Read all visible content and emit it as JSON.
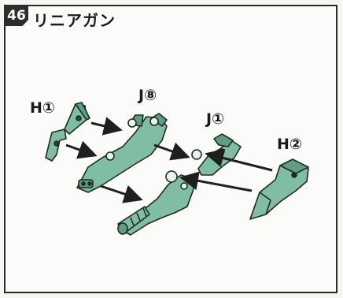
{
  "step": {
    "number": "46",
    "title": "リニアガン"
  },
  "parts": {
    "h1": "H①",
    "j8": "J⑧",
    "j1": "J①",
    "h2": "H②"
  },
  "colors": {
    "part_fill": "#7fbea3",
    "part_shade": "#5f9e84",
    "outline": "#1f2b26",
    "frame": "#2b2b2b"
  }
}
